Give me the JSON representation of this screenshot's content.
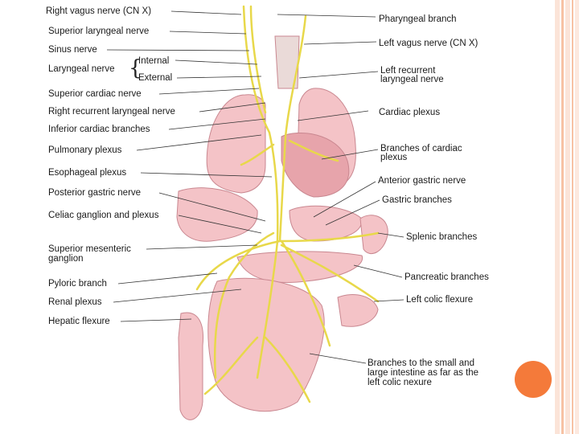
{
  "colors": {
    "stripe_light": "#fbe4d8",
    "stripe_accent": "#f7c2a4",
    "dot": "#f47a3a",
    "nerve": "#e8d84a",
    "tissue": "#f4c3c7",
    "tissue_dark": "#e7a4ab"
  },
  "labels": {
    "right_vagus": "Right vagus nerve (CN X)",
    "superior_laryngeal": "Superior laryngeal nerve",
    "sinus": "Sinus nerve",
    "laryngeal": "Laryngeal nerve",
    "internal": "Internal",
    "external": "External",
    "superior_cardiac": "Superior cardiac nerve",
    "right_recurrent": "Right recurrent laryngeal nerve",
    "inferior_cardiac": "Inferior cardiac branches",
    "pulmonary": "Pulmonary plexus",
    "esophageal": "Esophageal plexus",
    "posterior_gastric": "Posterior gastric nerve",
    "celiac": "Celiac ganglion and plexus",
    "superior_mesenteric_1": "Superior mesenteric",
    "superior_mesenteric_2": "ganglion",
    "pyloric": "Pyloric branch",
    "renal": "Renal plexus",
    "hepatic_flexure": "Hepatic flexure",
    "pharyngeal": "Pharyngeal branch",
    "left_vagus": "Left vagus nerve (CN X)",
    "left_recurrent_1": "Left recurrent",
    "left_recurrent_2": "laryngeal nerve",
    "cardiac_plexus": "Cardiac plexus",
    "branches_cardiac_1": "Branches of cardiac",
    "branches_cardiac_2": "plexus",
    "anterior_gastric": "Anterior gastric nerve",
    "gastric_branches": "Gastric branches",
    "splenic": "Splenic branches",
    "pancreatic": "Pancreatic branches",
    "left_colic": "Left colic flexure",
    "branches_small_1": "Branches to the small and",
    "branches_small_2": "large intestine as far as the",
    "branches_small_3": "left colic nexure"
  }
}
